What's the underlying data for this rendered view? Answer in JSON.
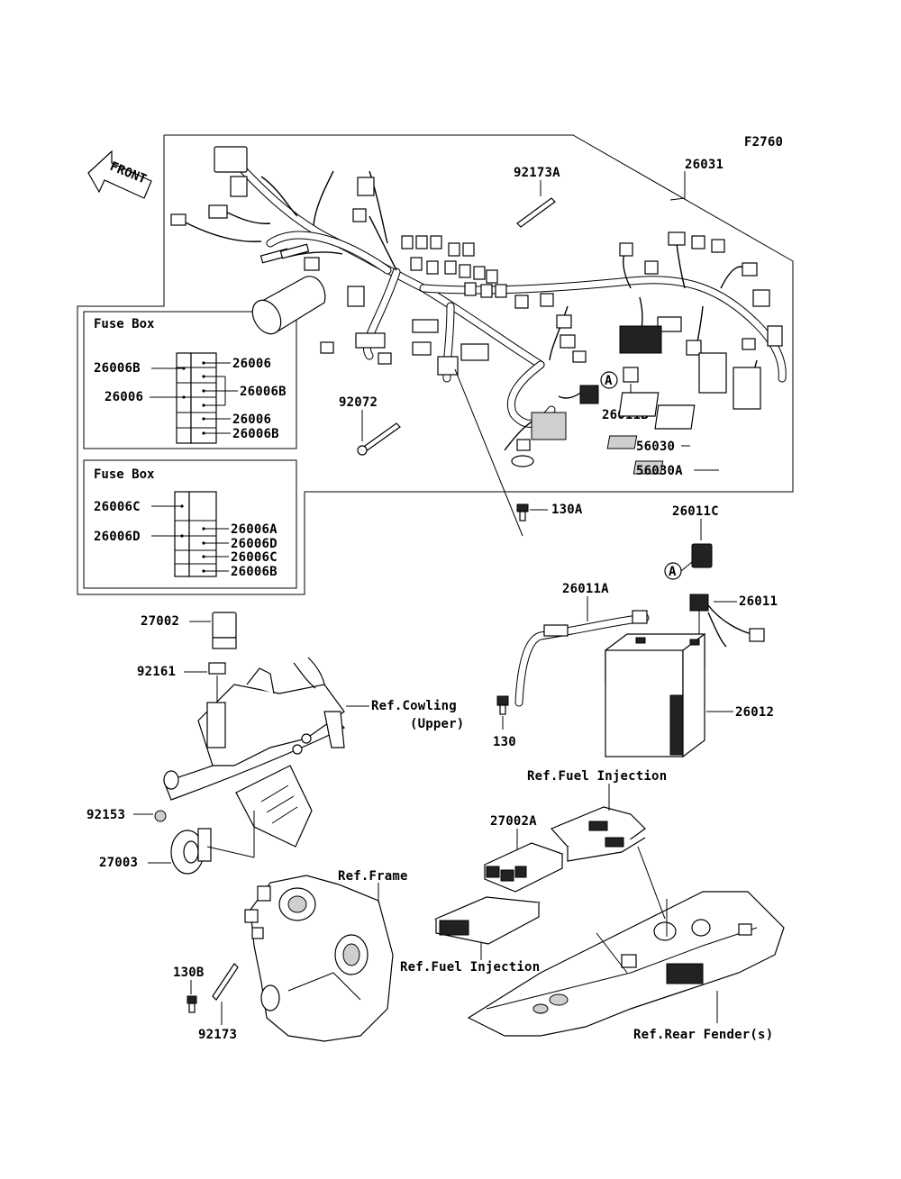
{
  "figure_code": "F2760",
  "front_arrow": "FRONT",
  "callout_a": "A",
  "fuse_box_upper": {
    "title": "Fuse Box",
    "left_labels": [
      "26006B",
      "26006"
    ],
    "right_labels": [
      "26006",
      "26006B",
      "26006",
      "26006B"
    ]
  },
  "fuse_box_lower": {
    "title": "Fuse Box",
    "left_labels": [
      "26006C",
      "26006D"
    ],
    "right_labels": [
      "26006A",
      "26006D",
      "26006C",
      "26006B"
    ]
  },
  "parts": {
    "p26031": "26031",
    "p92173A": "92173A",
    "p92072": "92072",
    "p26011B": "26011B",
    "p56030": "56030",
    "p56030A": "56030A",
    "p130A": "130A",
    "p26011C": "26011C",
    "p26011A": "26011A",
    "p26011": "26011",
    "p26012": "26012",
    "p130": "130",
    "p27002": "27002",
    "p92161": "92161",
    "p92153": "92153",
    "p27003": "27003",
    "p27002A": "27002A",
    "p130B": "130B",
    "p92173": "92173"
  },
  "references": {
    "cowling_line1": "Ref.Cowling",
    "cowling_line2": "(Upper)",
    "fuel_injection_top": "Ref.Fuel Injection",
    "fuel_injection_bottom": "Ref.Fuel Injection",
    "frame": "Ref.Frame",
    "rear_fender": "Ref.Rear Fender(s)"
  }
}
